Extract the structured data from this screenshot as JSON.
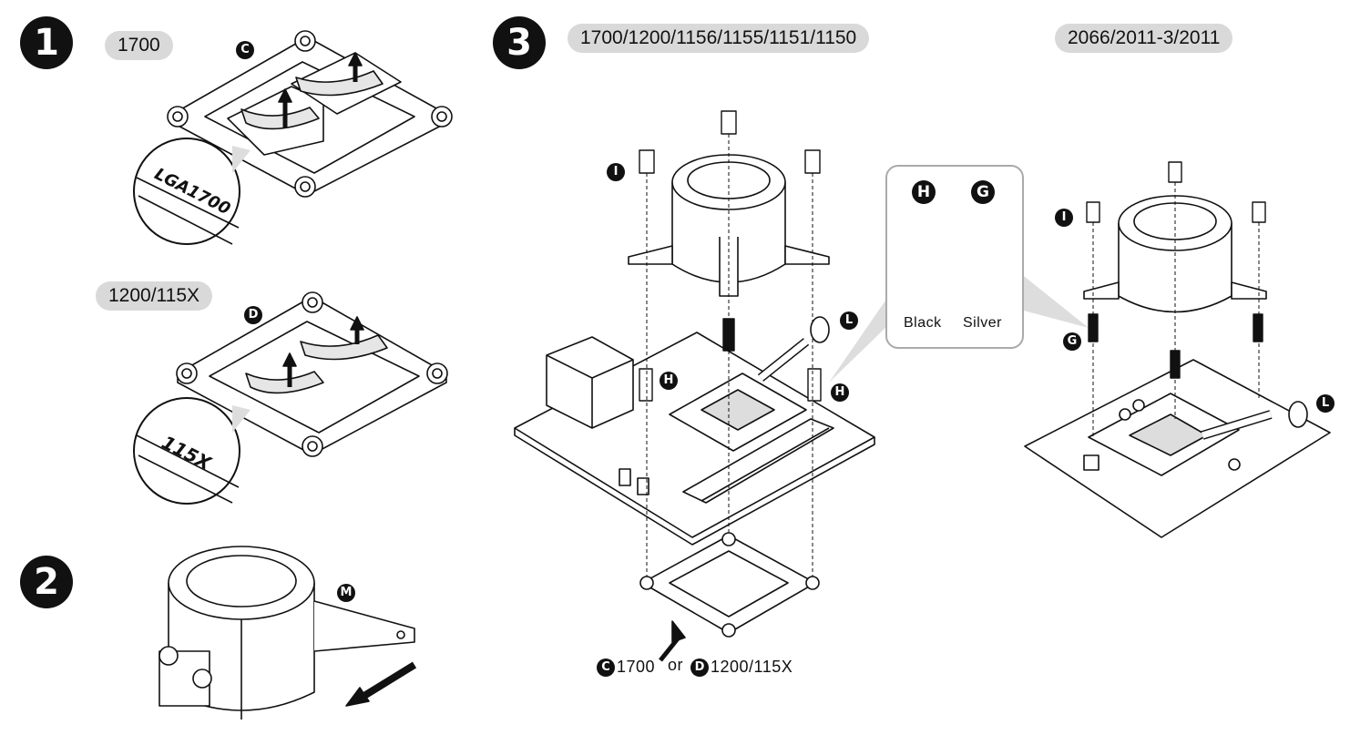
{
  "steps": {
    "s1": {
      "number": "1",
      "badge_1700": "C",
      "label_1700": "1700",
      "etch_1700": "LGA1700",
      "badge_115x": "D",
      "label_115x": "1200/115X",
      "etch_115x": "115X"
    },
    "s2": {
      "number": "2",
      "badge": "M"
    },
    "s3": {
      "number": "3",
      "socket_label_a": "1700/1200/1156/1155/1151/1150",
      "socket_label_b": "2066/2011-3/2011",
      "badge_i_left": "I",
      "badge_i_right": "I",
      "badge_h": "H",
      "badge_h2": "H",
      "badge_g": "G",
      "badge_l_left": "L",
      "badge_l_right": "L",
      "callout": {
        "h": "H",
        "g": "G",
        "h_caption": "Black",
        "g_caption": "Silver"
      },
      "bottom": {
        "c_badge": "C",
        "c_text": "1700",
        "or_text": "or",
        "d_badge": "D",
        "d_text": "1200/115X"
      }
    }
  }
}
